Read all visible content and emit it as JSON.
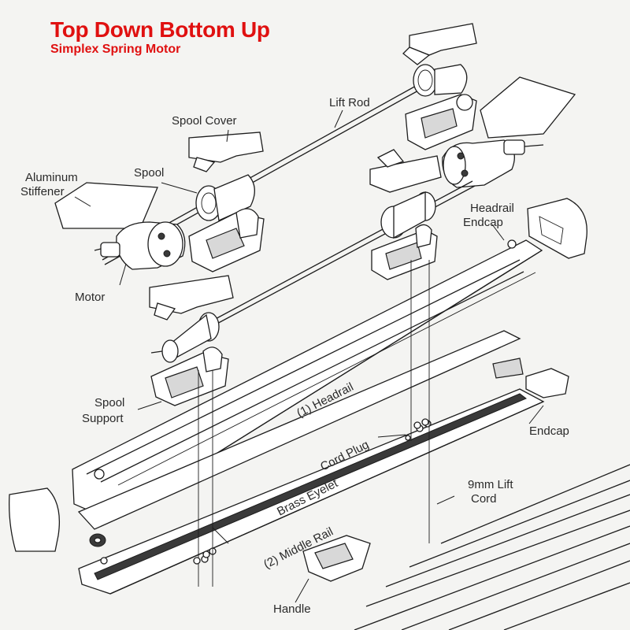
{
  "title": "Top Down Bottom Up",
  "subtitle": "Simplex Spring Motor",
  "labels": {
    "lift_rod": "Lift Rod",
    "spool_cover": "Spool Cover",
    "spool": "Spool",
    "aluminum_stiffener_line1": "Aluminum",
    "aluminum_stiffener_line2": "Stiffener",
    "motor": "Motor",
    "headrail_endcap_line1": "Headrail",
    "headrail_endcap_line2": "Endcap",
    "headrail": "(1) Headrail",
    "spool_support_line1": "Spool",
    "spool_support_line2": "Support",
    "cord_plug": "Cord Plug",
    "endcap": "Endcap",
    "brass_eyelet": "Brass Eyelet",
    "lift_cord_line1": "9mm Lift",
    "lift_cord_line2": "Cord",
    "middle_rail": "(2) Middle Rail",
    "handle": "Handle"
  },
  "colors": {
    "title": "#e01010",
    "line_art": "#1d1d1d",
    "background": "#f4f4f2"
  }
}
